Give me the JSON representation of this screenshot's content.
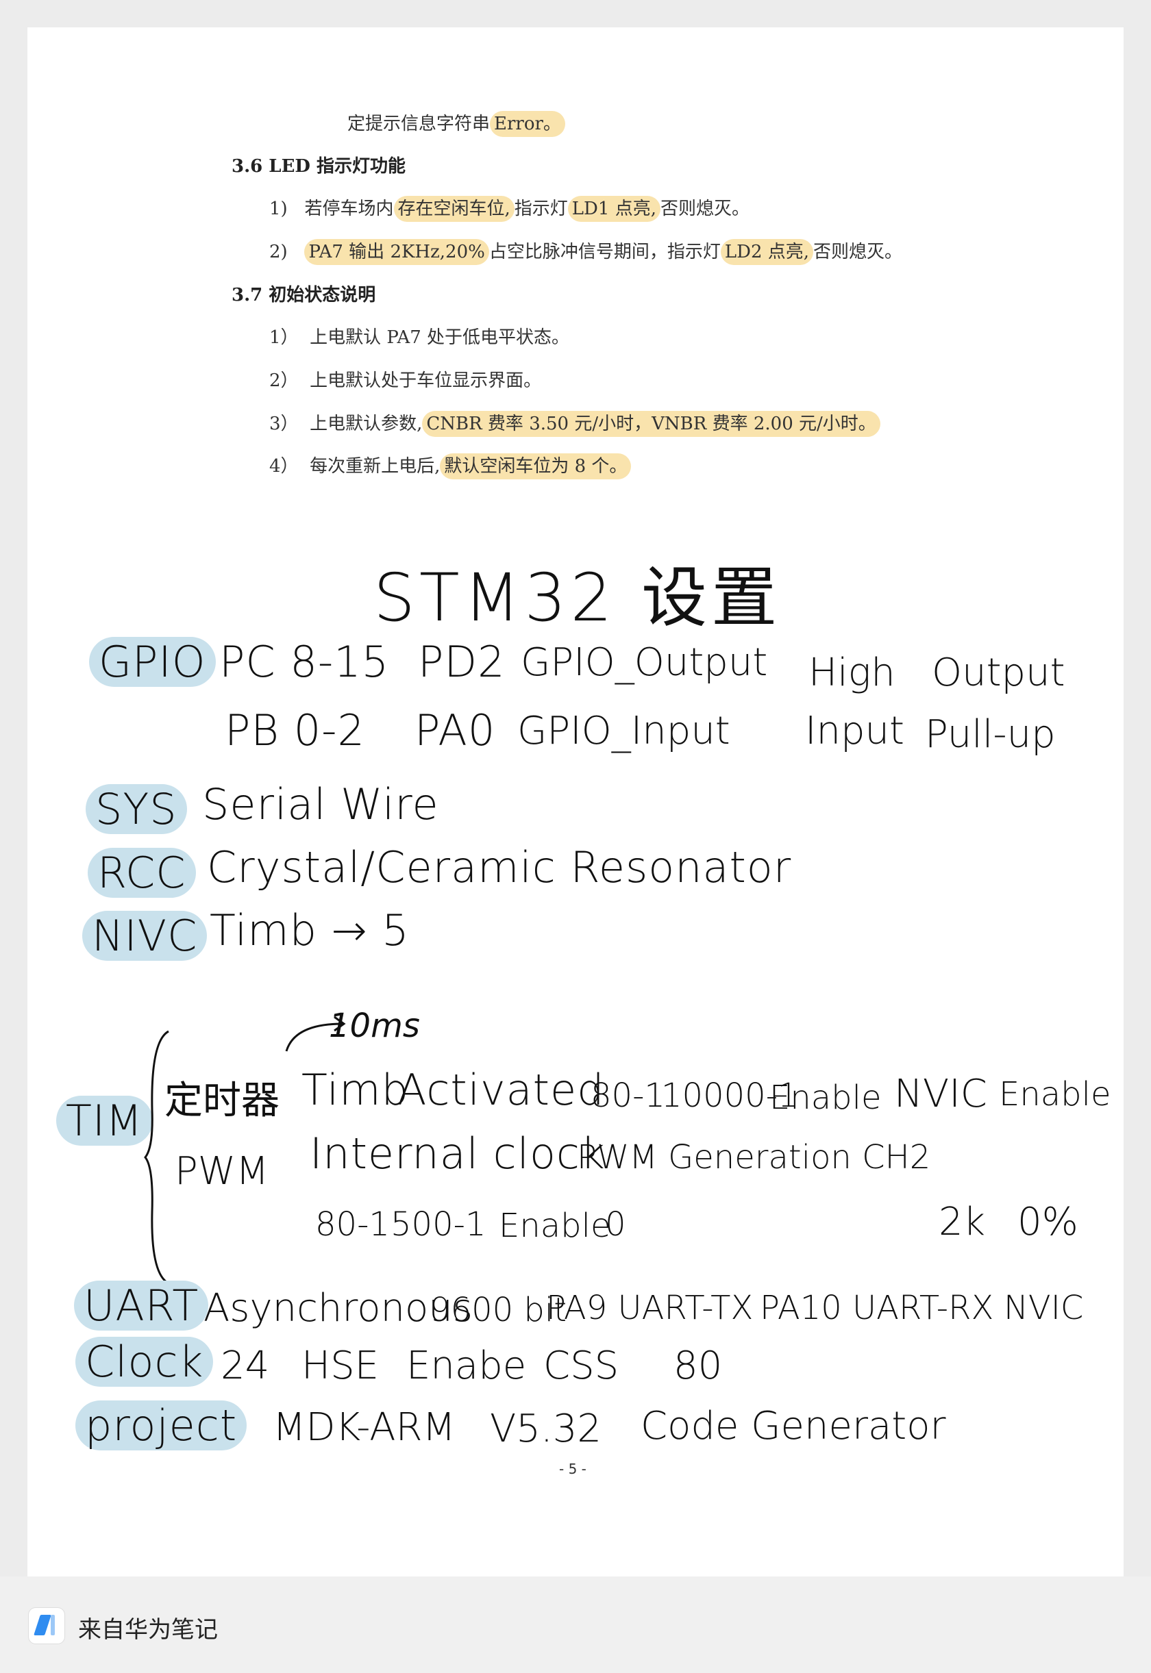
{
  "doc": {
    "line_prev": "定提示信息字符串",
    "line_prev_hl": "Error。",
    "sec36": "3.6 LED 指示灯功能",
    "s36_1": {
      "num": "1)",
      "a": "若停车场内",
      "b": "存在空闲车位,",
      "c": "指示灯",
      "d": "LD1 点亮,",
      "e": "否则熄灭。"
    },
    "s36_2": {
      "num": "2)",
      "a": "PA7 输出 2KHz,20%",
      "b": "占空比脉冲信号期间，指示灯",
      "c": "LD2 点亮,",
      "d": "否则熄灭。"
    },
    "sec37": "3.7 初始状态说明",
    "s37_1": {
      "num": "1）",
      "text": "上电默认 PA7 处于低电平状态。"
    },
    "s37_2": {
      "num": "2）",
      "text": "上电默认处于车位显示界面。"
    },
    "s37_3": {
      "num": "3）",
      "a": "上电默认参数,",
      "b": "CNBR 费率 3.50 元/小时，VNBR 费率 2.00 元/小时。"
    },
    "s37_4": {
      "num": "4）",
      "a": "每次重新上电后,",
      "b": "默认空闲车位为 8 个。"
    },
    "page_num": "- 5 -"
  },
  "notes": {
    "title": "STM32 设置",
    "gpio": {
      "tag": "GPIO",
      "row1": {
        "pins": "PC 8-15",
        "pin2": "PD2",
        "mode": "GPIO_Output",
        "level": "High",
        "type": "Output"
      },
      "row2": {
        "pins": "PB 0-2",
        "pin2": "PA0",
        "mode": "GPIO_Input",
        "level": "Input",
        "type": "Pull-up"
      }
    },
    "sys": {
      "tag": "SYS",
      "value": "Serial Wire"
    },
    "rcc": {
      "tag": "RCC",
      "value": "Crystal/Ceramic Resonator"
    },
    "nivc": {
      "tag": "NIVC",
      "value": "Timb → 5"
    },
    "tim": {
      "tag": "TIM",
      "ms": "10ms",
      "timer_label": "定时器",
      "timer_name": "Timb",
      "activated": "Activated",
      "psc": "80-1",
      "arr": "10000-1",
      "enable": "Enable",
      "nvic": "NVIC",
      "enable2": "Enable",
      "pwm_label": "PWM",
      "pwm_clock": "Internal clock",
      "pwm_gen": "PWM Generation CH2",
      "pwm_psc": "80-1",
      "pwm_arr": "500-1",
      "pwm_enable": "Enable",
      "pwm_zero": "0",
      "pwm_freq": "2k",
      "pwm_duty": "0%"
    },
    "uart": {
      "tag": "UART",
      "mode": "Asynchronous",
      "baud": "9600 bit",
      "tx": "PA9 UART-TX",
      "rx": "PA10 UART-RX",
      "nvic": "NVIC"
    },
    "clock": {
      "tag": "Clock",
      "freq": "24",
      "src": "HSE",
      "enable": "Enabe",
      "css": "CSS",
      "sys": "80"
    },
    "project": {
      "tag": "project",
      "ide": "MDK-ARM",
      "ver": "V5.32",
      "gen": "Code Generator"
    }
  },
  "footer": {
    "label": "来自华为笔记"
  },
  "colors": {
    "highlight_yellow": "#f9e3ad",
    "tag_blue": "#c9e1ec",
    "background": "#ececec"
  }
}
